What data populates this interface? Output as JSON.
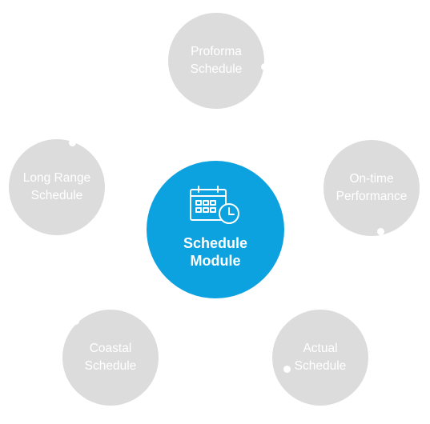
{
  "center": {
    "title_line1": "Schedule",
    "title_line2": "Module",
    "icon": "calendar-clock-icon",
    "color": "#0ba2df"
  },
  "nodes": [
    {
      "id": "proforma",
      "line1": "Proforma",
      "line2": "Schedule"
    },
    {
      "id": "on-time",
      "line1": "On-time",
      "line2": "Performance"
    },
    {
      "id": "actual",
      "line1": "Actual",
      "line2": "Schedule"
    },
    {
      "id": "coastal",
      "line1": "Coastal",
      "line2": "Schedule"
    },
    {
      "id": "long-range",
      "line1": "Long Range",
      "line2": "Schedule"
    }
  ],
  "colors": {
    "node_fill": "#dcdcdc",
    "node_text": "#ffffff",
    "background": "#ffffff"
  }
}
